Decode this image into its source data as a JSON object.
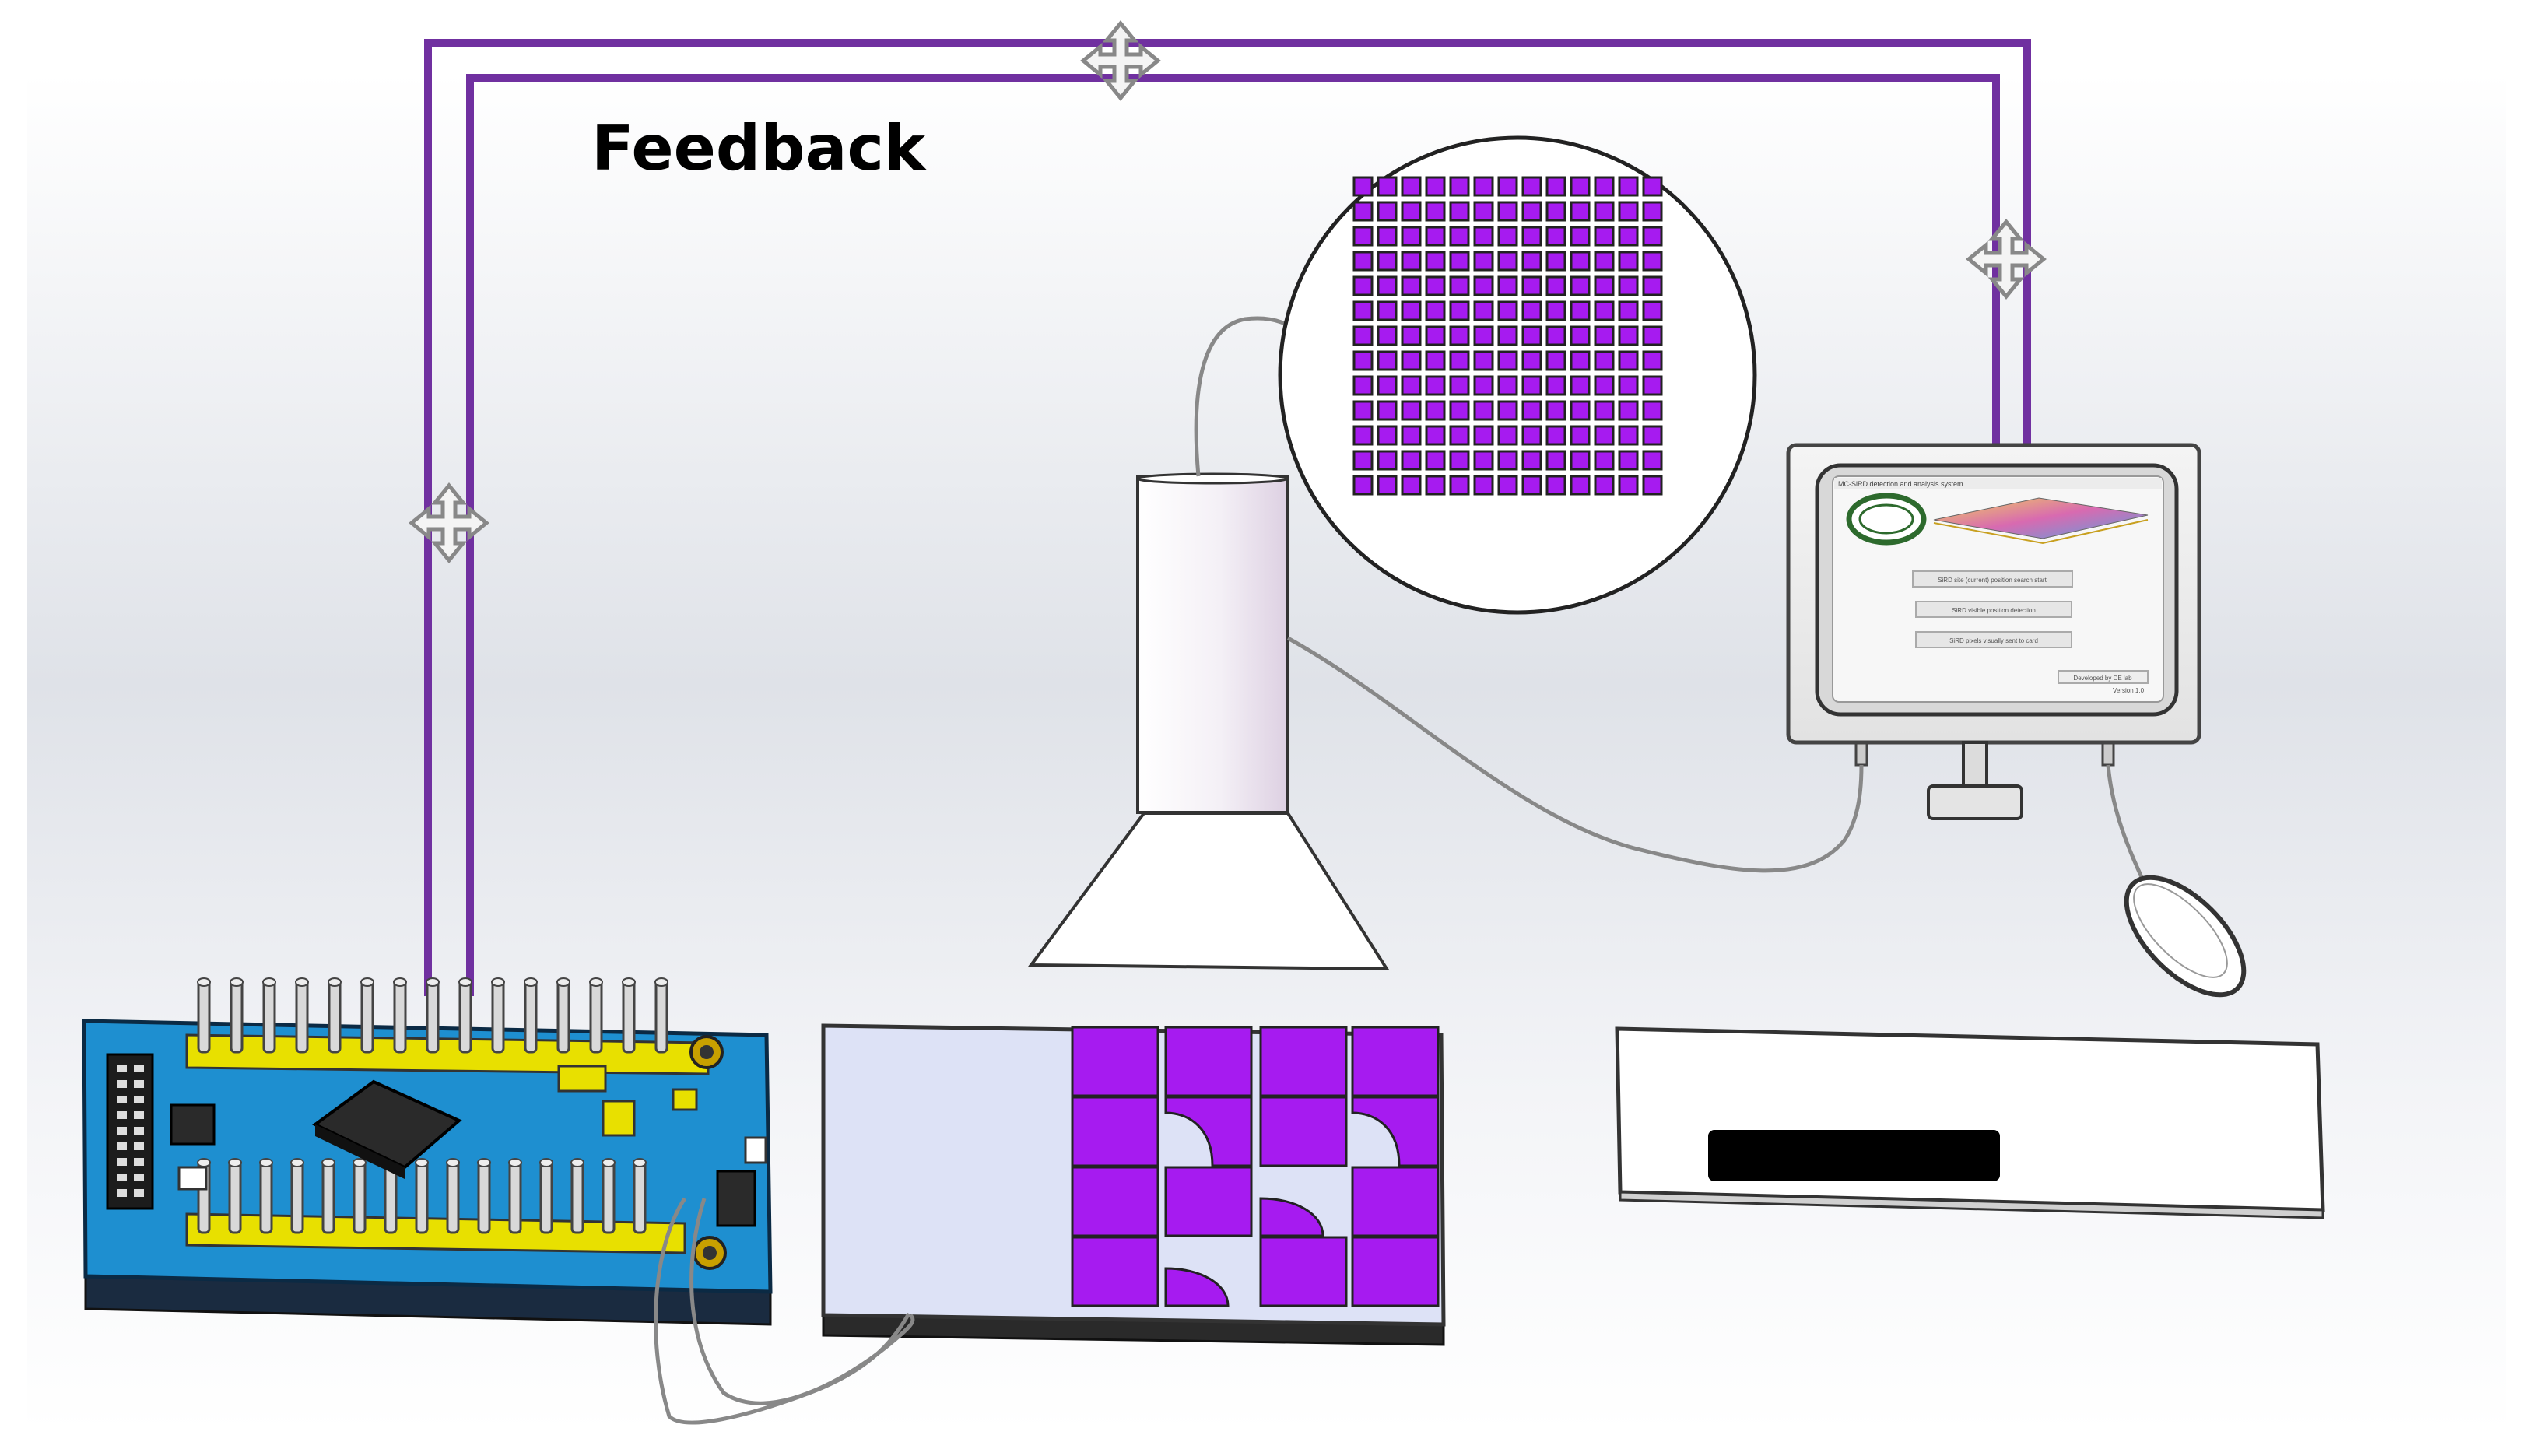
{
  "labels": {
    "feedback": "Feedback"
  },
  "colors": {
    "feedback_wire": "#7030a0",
    "pixel_fill": "#a61bf0",
    "pcb_blue": "#1e8fd0",
    "header_yellow": "#e8e000",
    "canvas_bg": "#eef0f4"
  },
  "monitor_screen": {
    "window_title": "MC-SiRD detection and analysis system",
    "buttons": [
      "SiRD site (current) position search start",
      "SiRD visible position detection",
      "SiRD pixels visually sent to card"
    ],
    "footer_button": "Developed by DE lab",
    "version": "Version 1.0"
  },
  "icons": [
    "move-arrows-icon",
    "move-arrows-icon",
    "move-arrows-icon"
  ]
}
